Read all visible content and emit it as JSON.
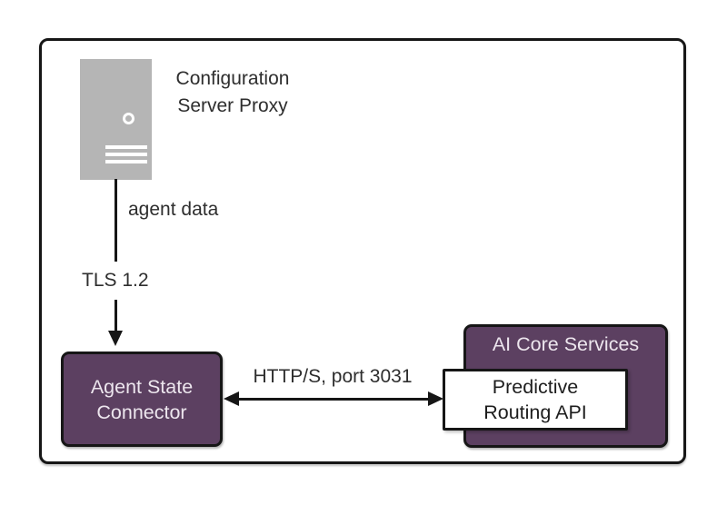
{
  "nodes": {
    "config_server_proxy": {
      "label": "Configuration\nServer Proxy",
      "icon": "server-icon"
    },
    "agent_state_connector": {
      "label": "Agent State\nConnector"
    },
    "ai_core_services": {
      "label": "AI Core Services"
    },
    "predictive_routing_api": {
      "label": "Predictive\nRouting API"
    }
  },
  "edges": {
    "proxy_to_connector": {
      "data_label": "agent data",
      "protocol_label": "TLS 1.2",
      "type": "arrow-down"
    },
    "connector_to_api": {
      "label": "HTTP/S, port 3031",
      "type": "arrow-both"
    }
  },
  "colors": {
    "node_fill": "#5c4061",
    "node_text": "#ede6ee",
    "server_gray": "#b5b5b5",
    "line": "#161616",
    "text": "#2e2e2e",
    "background": "#ffffff"
  }
}
